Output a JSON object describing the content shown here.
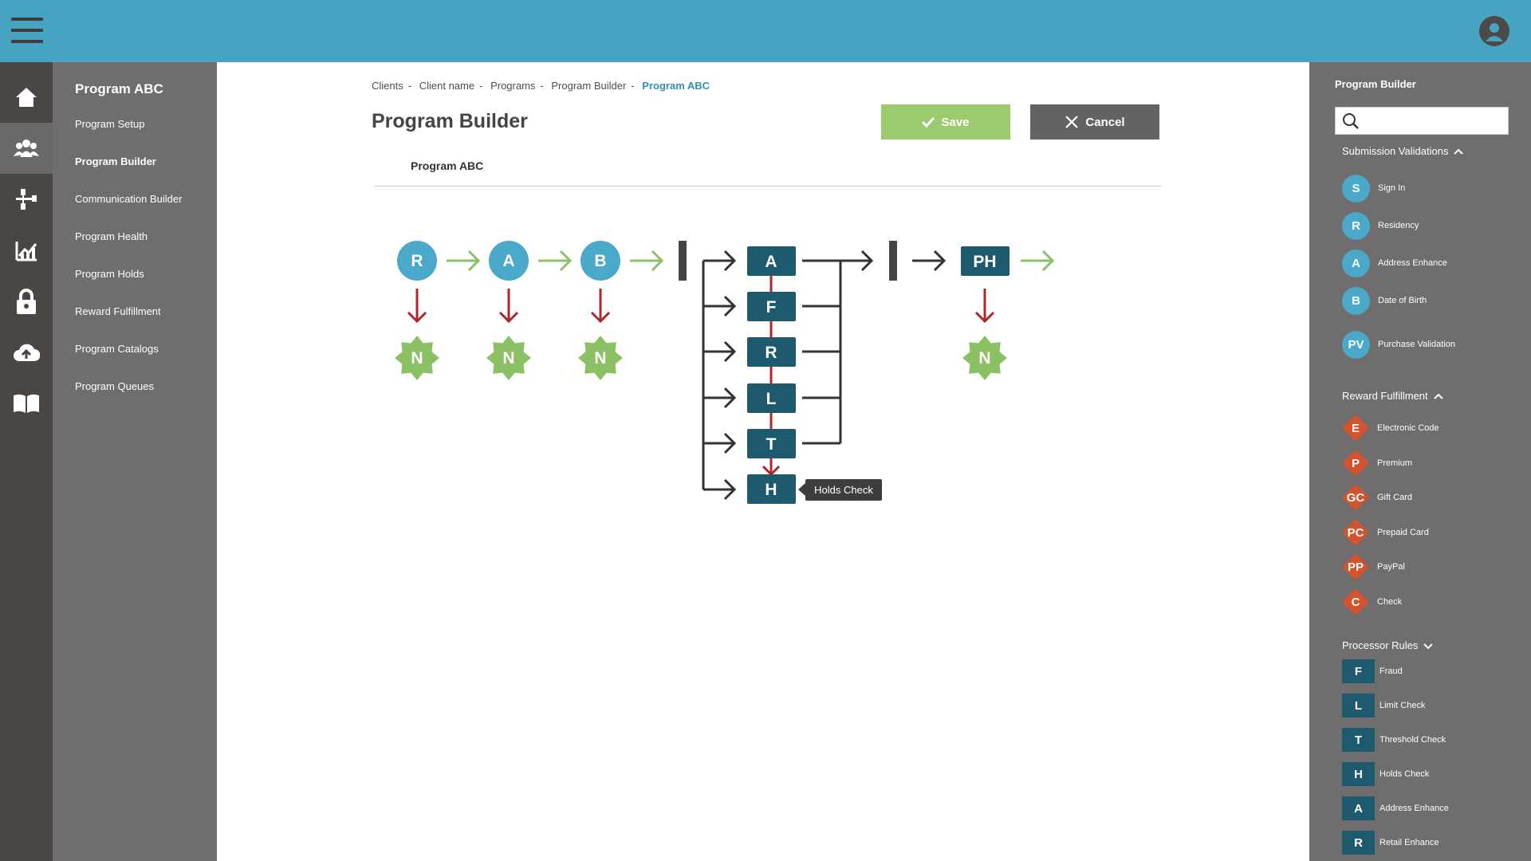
{
  "nav": {
    "title": "Program ABC",
    "items": [
      "Program Setup",
      "Program Builder",
      "Communication Builder",
      "Program Health",
      "Program Holds",
      "Reward Fulfillment",
      "Program Catalogs",
      "Program Queues"
    ]
  },
  "icons": [
    "home-icon",
    "users-icon",
    "flow-icon",
    "analytics-icon",
    "lock-icon",
    "upload-cloud-icon",
    "book-icon"
  ],
  "breadcrumb": [
    "Clients",
    "Client name",
    "Programs",
    "Program Builder",
    "Program ABC"
  ],
  "page": {
    "title": "Program Builder",
    "program_name": "Program ABC"
  },
  "buttons": {
    "save": "Save",
    "cancel": "Cancel"
  },
  "flow": {
    "validations": [
      "R",
      "A",
      "B"
    ],
    "processors": [
      "A",
      "F",
      "R",
      "L",
      "T",
      "H"
    ],
    "purchase": "PH",
    "notification": "N",
    "tooltip": "Holds Check"
  },
  "right_panel": {
    "title": "Program Builder",
    "search_placeholder": "",
    "sections": {
      "validations": {
        "title": "Submission Validations",
        "items": [
          {
            "badge": "S",
            "label": "Sign In"
          },
          {
            "badge": "R",
            "label": "Residency"
          },
          {
            "badge": "A",
            "label": "Address Enhance"
          },
          {
            "badge": "B",
            "label": "Date of Birth"
          },
          {
            "badge": "PV",
            "label": "Purchase Validation"
          }
        ]
      },
      "fulfillment": {
        "title": "Reward Fulfillment",
        "items": [
          {
            "badge": "E",
            "label": "Electronic Code"
          },
          {
            "badge": "P",
            "label": "Premium"
          },
          {
            "badge": "GC",
            "label": "Gift Card"
          },
          {
            "badge": "PC",
            "label": "Prepaid Card"
          },
          {
            "badge": "PP",
            "label": "PayPal"
          },
          {
            "badge": "C",
            "label": "Check"
          }
        ]
      },
      "processors": {
        "title": "Processor Rules",
        "items": [
          {
            "badge": "F",
            "label": "Fraud"
          },
          {
            "badge": "L",
            "label": "Limit Check"
          },
          {
            "badge": "T",
            "label": "Threshold Check"
          },
          {
            "badge": "H",
            "label": "Holds Check"
          },
          {
            "badge": "A",
            "label": "Address Enhance"
          },
          {
            "badge": "R",
            "label": "Retail Enhance"
          }
        ]
      }
    }
  },
  "colors": {
    "topbar": "#46a3c1",
    "validation": "#4aa9c8",
    "processor": "#1d5a6e",
    "fulfillment": "#d4532e",
    "notification": "#8cc065",
    "save": "#9ccb6e",
    "error_arrow": "#b0252a"
  }
}
